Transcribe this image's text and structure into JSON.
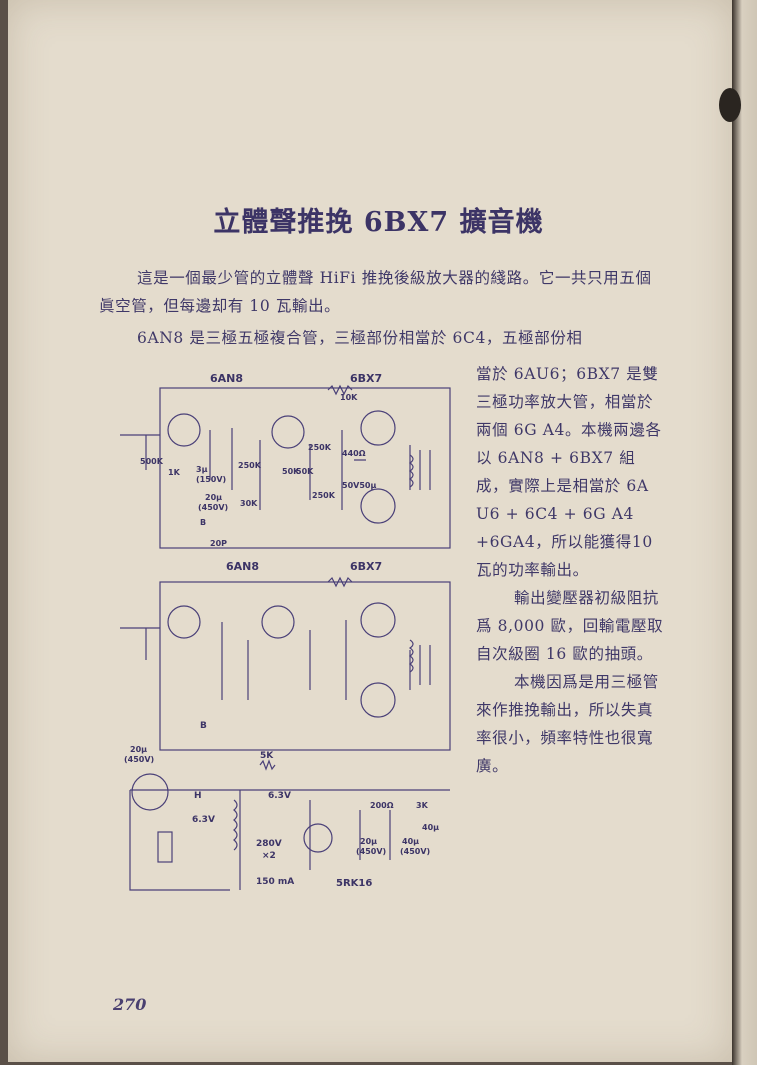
{
  "title": "立體聲推挽 6BX7 擴音機",
  "paragraph1": "這是一個最少管的立體聲 HiFi 推挽後級放大器的綫路。它一共只用五個眞空管，但每邊却有 10 瓦輸出。",
  "paragraph2_first_line": "6AN8 是三極五極複合管，三極部份相當於 6C4，五極部份相",
  "side_paragraphs": [
    "當於 6AU6；6BX7 是雙三極功率放大管，相當於兩個 6G A4。本機兩邊各以 6AN8 + 6BX7 組成，實際上是相當於 6A U6 + 6C4 + 6G A4 +6GA4，所以能獲得10瓦的功率輸出。",
    "輸出變壓器初級阻抗爲 8,000 歐，回輸電壓取自次級圈 16 歐的抽頭。",
    "本機因爲是用三極管來作推挽輸出，所以失真率很小，頻率特性也很寬廣。"
  ],
  "page_number": "270",
  "schematic": {
    "upper_tube_left": "6AN8",
    "upper_tube_right": "6BX7",
    "lower_tube_left": "6AN8",
    "lower_tube_right": "6BX7",
    "feedback_10k": "10K",
    "r_500k": "500K",
    "r_1k": "1K",
    "r_3u": "3μ",
    "r_150v": "(150V)",
    "r_250k_a": "250K",
    "r_30k": "30K",
    "c_20u": "20μ",
    "c_450v": "(450V)",
    "r_50k": "50K",
    "r_50k_b": "50K",
    "r_250k_b": "250K",
    "r_440": "440Ω",
    "c_50v50u": "50V50μ",
    "r_250k_c": "250K",
    "c_20p": "20P",
    "b_label": "B",
    "b_label_lower": "B",
    "r_5k": "5K",
    "c_20u_ps": "20μ",
    "c_450v_ps": "(450V)",
    "h_label": "H",
    "v63_a": "6.3V",
    "v63_b": "6.3V",
    "v280": "280V",
    "x2": "×2",
    "ma150": "150 mA",
    "rect": "5RK16",
    "r_200": "200Ω",
    "r_3k": "3K",
    "c_20u_b": "20μ",
    "c_450v_b": "(450V)",
    "c_40u": "40μ",
    "c_450v_c": "(450V)",
    "c_40u_b": "40μ"
  }
}
